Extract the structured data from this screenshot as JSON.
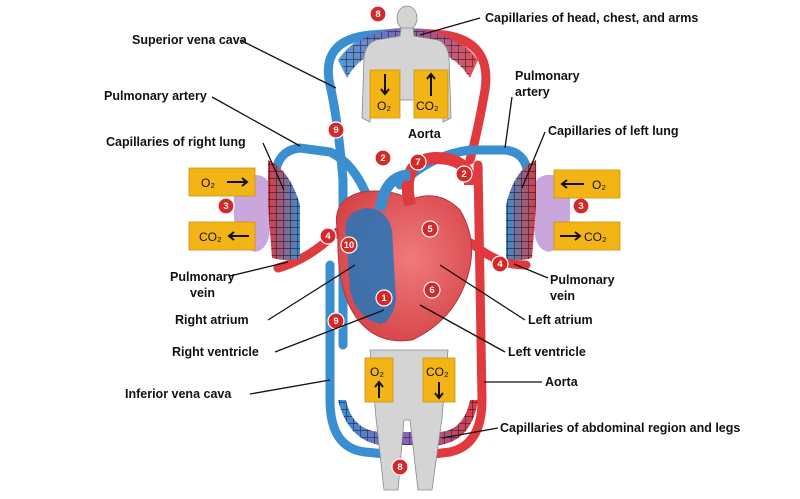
{
  "labels": {
    "superior_vena_cava": "Superior vena cava",
    "cap_head": "Capillaries of head, chest, and arms",
    "pulm_artery_left": "Pulmonary artery",
    "pulm_artery_right_1": "Pulmonary",
    "pulm_artery_right_2": "artery",
    "aorta_top": "Aorta",
    "cap_right_lung": "Capillaries of right lung",
    "cap_left_lung": "Capillaries of left lung",
    "pulm_vein_left_1": "Pulmonary",
    "pulm_vein_left_2": "vein",
    "pulm_vein_right_1": "Pulmonary",
    "pulm_vein_right_2": "vein",
    "right_atrium": "Right atrium",
    "left_atrium": "Left atrium",
    "right_ventricle": "Right ventricle",
    "left_ventricle": "Left ventricle",
    "inferior_vena_cava": "Inferior vena cava",
    "aorta_bottom": "Aorta",
    "cap_abdominal": "Capillaries of abdominal region and legs"
  },
  "markers": {
    "m8_top": "8",
    "m9_upper": "9",
    "m2_left": "2",
    "m7": "7",
    "m2_right": "2",
    "m3_left": "3",
    "m3_right": "3",
    "m4_left": "4",
    "m4_right": "4",
    "m10": "10",
    "m5": "5",
    "m6": "6",
    "m1": "1",
    "m9_lower": "9",
    "m8_bottom": "8"
  },
  "gas_boxes": {
    "head_o2": "O₂",
    "head_co2": "CO₂",
    "rlung_o2": "O₂",
    "rlung_co2": "CO₂",
    "llung_o2": "O₂",
    "llung_co2": "CO₂",
    "leg_o2": "O₂",
    "leg_co2": "CO₂"
  },
  "colors": {
    "oxygenated": "#e03a3e",
    "deoxygenated": "#3a8fd0",
    "marker": "#d62828",
    "gas_box": "#f2b515",
    "lung": "#c9a6dc",
    "body": "#d4d4d4"
  }
}
